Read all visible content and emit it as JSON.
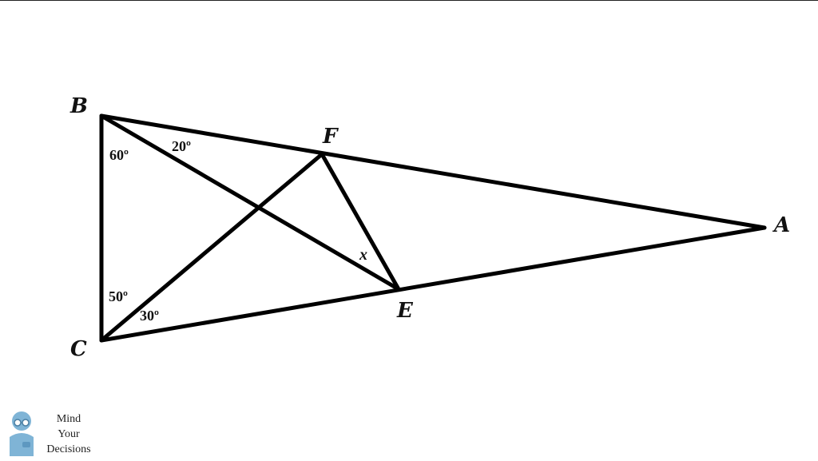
{
  "diagram": {
    "points": {
      "A": "A",
      "B": "B",
      "C": "C",
      "E": "E",
      "F": "F"
    },
    "angles": {
      "b_outer": "20º",
      "b_inner": "60º",
      "c_upper": "50º",
      "c_lower": "30º"
    },
    "unknown": "x"
  },
  "logo": {
    "line1": "Mind",
    "line2": "Your",
    "line3": "Decisions",
    "icon": "thinking-face-icon"
  },
  "colors": {
    "line": "#000000",
    "background": "#ffffff",
    "logo_icon": "#7fb4d6"
  }
}
